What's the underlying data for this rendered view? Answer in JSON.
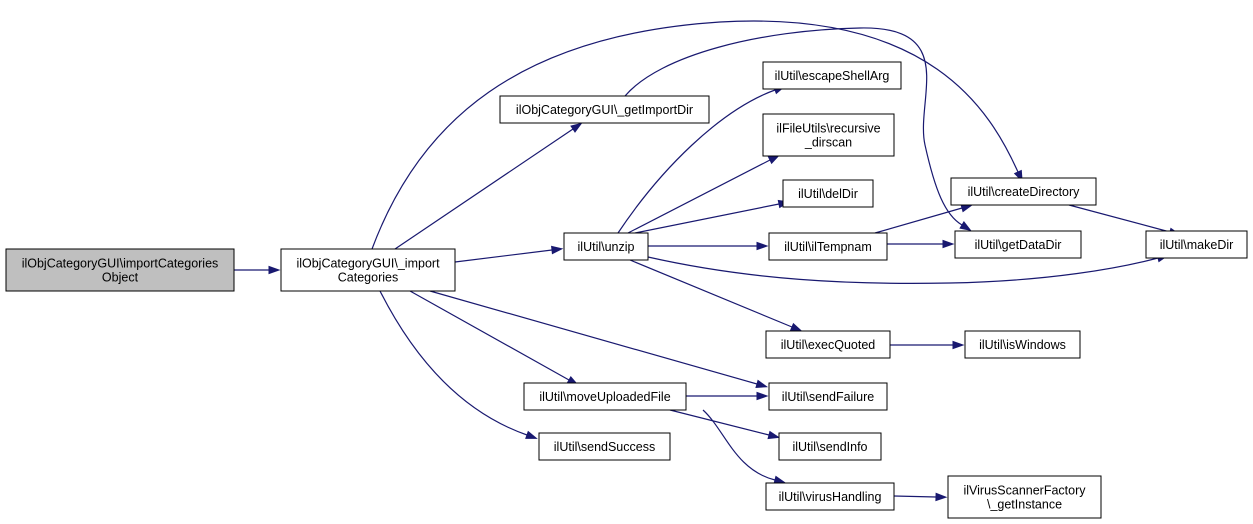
{
  "nodes": {
    "import_categories_object": [
      "ilObjCategoryGUI\\importCategories",
      "Object"
    ],
    "import_categories": [
      "ilObjCategoryGUI\\_import",
      "Categories"
    ],
    "get_import_dir": [
      "ilObjCategoryGUI\\_getImportDir"
    ],
    "unzip": [
      "ilUtil\\unzip"
    ],
    "move_uploaded_file": [
      "ilUtil\\moveUploadedFile"
    ],
    "send_success": [
      "ilUtil\\sendSuccess"
    ],
    "escape_shell_arg": [
      "ilUtil\\escapeShellArg"
    ],
    "recursive_dirscan": [
      "ilFileUtils\\recursive",
      "_dirscan"
    ],
    "del_dir": [
      "ilUtil\\delDir"
    ],
    "il_tempnam": [
      "ilUtil\\ilTempnam"
    ],
    "exec_quoted": [
      "ilUtil\\execQuoted"
    ],
    "send_failure": [
      "ilUtil\\sendFailure"
    ],
    "send_info": [
      "ilUtil\\sendInfo"
    ],
    "virus_handling": [
      "ilUtil\\virusHandling"
    ],
    "create_directory": [
      "ilUtil\\createDirectory"
    ],
    "get_data_dir": [
      "ilUtil\\getDataDir"
    ],
    "is_windows": [
      "ilUtil\\isWindows"
    ],
    "virus_scanner_get_instance": [
      "ilVirusScannerFactory",
      "\\_getInstance"
    ],
    "make_dir": [
      "ilUtil\\makeDir"
    ]
  },
  "edges": [
    [
      "import_categories_object",
      "import_categories"
    ],
    [
      "import_categories",
      "get_import_dir"
    ],
    [
      "import_categories",
      "unzip"
    ],
    [
      "import_categories",
      "move_uploaded_file"
    ],
    [
      "import_categories",
      "send_success"
    ],
    [
      "import_categories",
      "send_failure"
    ],
    [
      "import_categories",
      "create_directory"
    ],
    [
      "get_import_dir",
      "get_data_dir"
    ],
    [
      "unzip",
      "escape_shell_arg"
    ],
    [
      "unzip",
      "recursive_dirscan"
    ],
    [
      "unzip",
      "del_dir"
    ],
    [
      "unzip",
      "il_tempnam"
    ],
    [
      "unzip",
      "exec_quoted"
    ],
    [
      "unzip",
      "make_dir"
    ],
    [
      "il_tempnam",
      "create_directory"
    ],
    [
      "il_tempnam",
      "get_data_dir"
    ],
    [
      "create_directory",
      "make_dir"
    ],
    [
      "exec_quoted",
      "is_windows"
    ],
    [
      "move_uploaded_file",
      "send_failure"
    ],
    [
      "move_uploaded_file",
      "send_info"
    ],
    [
      "move_uploaded_file",
      "virus_handling"
    ],
    [
      "virus_handling",
      "virus_scanner_get_instance"
    ]
  ]
}
